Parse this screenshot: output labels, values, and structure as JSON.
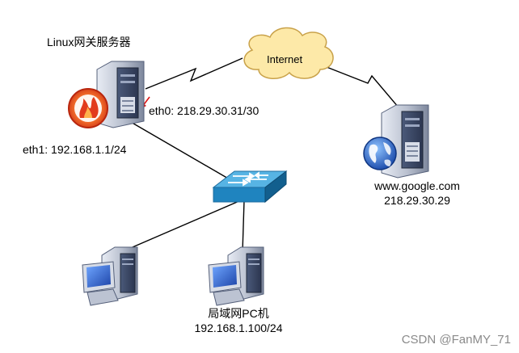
{
  "gateway": {
    "title": "Linux网关服务器",
    "eth0": "eth0: 218.29.30.31/30",
    "eth1": "eth1: 192.168.1.1/24"
  },
  "internet": {
    "label": "Internet"
  },
  "google": {
    "host": "www.google.com",
    "ip": "218.29.30.29"
  },
  "lan": {
    "label": "局域网PC机",
    "ip": "192.168.1.100/24"
  },
  "watermark": "CSDN @FanMY_71",
  "colors": {
    "cloud_fill": "#fde9a8",
    "cloud_stroke": "#c9a24a",
    "switch_top": "#3fa6d8",
    "switch_side": "#1c6d9f",
    "server_body": "#b9c0cf",
    "server_dark": "#3a4a6a",
    "monitor_screen": "#2a5fc4",
    "firewall": "#e23b1c",
    "globe": "#2a6fd1"
  }
}
